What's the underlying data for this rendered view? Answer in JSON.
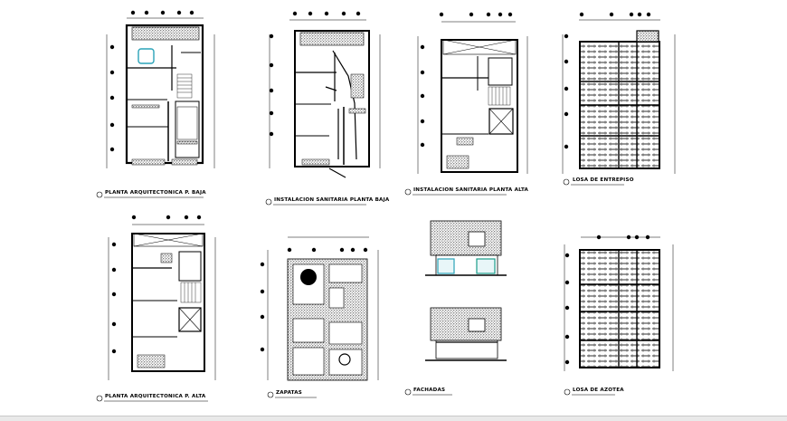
{
  "sheets": [
    {
      "id": "p1",
      "caption": "PLANTA ARQUITECTONICA P. BAJA"
    },
    {
      "id": "p2",
      "caption": "INSTALACION SANITARIA PLANTA BAJA"
    },
    {
      "id": "p3",
      "caption": "INSTALACION SANITARIA PLANTA ALTA"
    },
    {
      "id": "p4",
      "caption": "LOSA DE ENTREPISO"
    },
    {
      "id": "p5",
      "caption": "PLANTA ARQUITECTONICA P. ALTA"
    },
    {
      "id": "p6",
      "caption": "ZAPATAS"
    },
    {
      "id": "p7",
      "caption": "FACHADAS"
    },
    {
      "id": "p8",
      "caption": "LOSA DE AZOTEA"
    }
  ],
  "colors": {
    "ink": "#000000",
    "paper": "#ffffff",
    "glass": "#2aa3b8",
    "accent": "#1a9c8a"
  }
}
